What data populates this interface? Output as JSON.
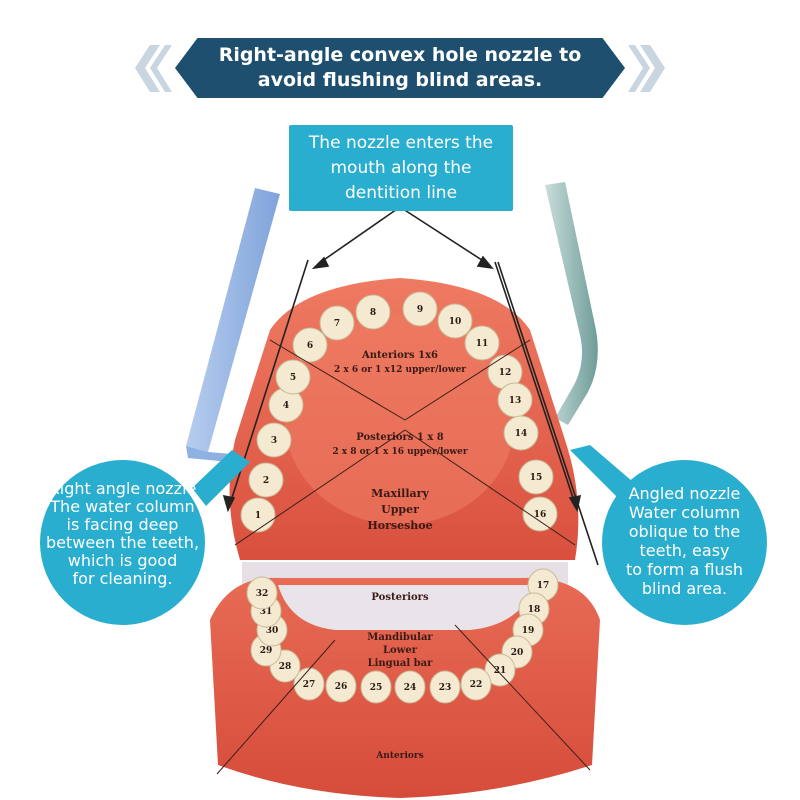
{
  "banner": {
    "line1": "Right-angle convex hole nozzle to",
    "line2": "avoid flushing blind areas."
  },
  "callout_top": {
    "line1": "The nozzle enters the",
    "line2": "mouth along the",
    "line3": "dentition line"
  },
  "left_circle": {
    "heading": "Right angle nozzle",
    "line1": "The water column",
    "line2": "is facing deep",
    "line3": "between the teeth,",
    "line4": "which is good",
    "line5": "for cleaning."
  },
  "right_circle": {
    "heading": "Angled nozzle",
    "line1": "Water column",
    "line2": "oblique to the",
    "line3": "teeth, easy",
    "line4": "to form a flush",
    "line5": "blind area."
  },
  "upper_model": {
    "anteriors_title": "Anteriors 1x6",
    "anteriors_sub": "2 x 6 or 1 x12 upper/lower",
    "posteriors_title": "Posteriors 1 x 8",
    "posteriors_sub": "2 x 8 or 1 x 16 upper/lower",
    "horseshoe_l1": "Maxillary",
    "horseshoe_l2": "Upper",
    "horseshoe_l3": "Horseshoe",
    "teeth": [
      "1",
      "2",
      "3",
      "4",
      "5",
      "6",
      "7",
      "8",
      "9",
      "10",
      "11",
      "12",
      "13",
      "14",
      "15",
      "16"
    ]
  },
  "lower_model": {
    "posteriors": "Posteriors",
    "bar_l1": "Mandibular",
    "bar_l2": "Lower",
    "bar_l3": "Lingual bar",
    "anteriors": "Anteriors",
    "teeth": [
      "17",
      "18",
      "19",
      "20",
      "21",
      "22",
      "23",
      "24",
      "25",
      "26",
      "27",
      "28",
      "29",
      "30",
      "31",
      "32"
    ]
  },
  "colors": {
    "banner": "#1f4f6e",
    "callout": "#2aaecf",
    "gum": "#e8634e",
    "tooth": "#f4ead2",
    "left_nozzle": "#9ab9e6",
    "right_nozzle": "#8fb7b3"
  }
}
